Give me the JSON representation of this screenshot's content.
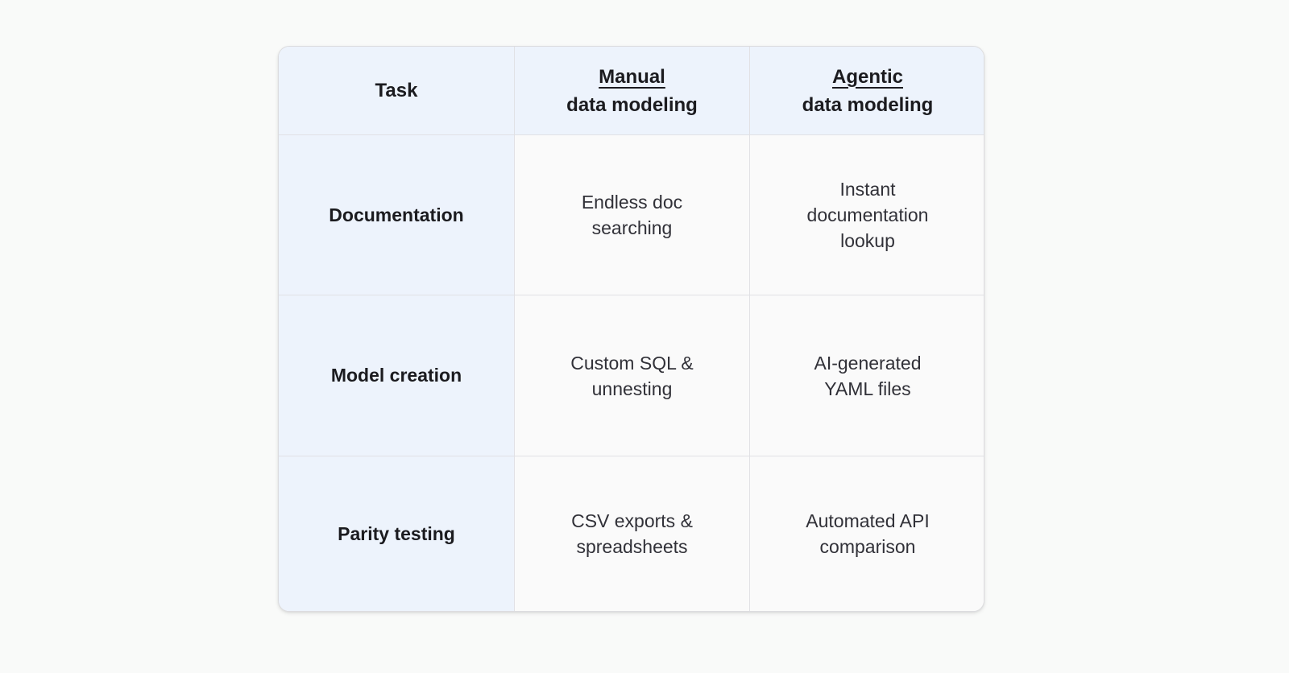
{
  "page": {
    "background_color": "#f9faf9"
  },
  "colors": {
    "header_and_task_bg": "#edf3fc",
    "data_cell_bg": "#fafafa",
    "inner_border": "#e1e1e5",
    "outer_border": "#dcdcdf",
    "heading_text": "#1b1b1f",
    "body_text": "#313138"
  },
  "chart_data": {
    "type": "table",
    "title": "",
    "columns": [
      "Task",
      "Manual data modeling",
      "Agentic data modeling"
    ],
    "rows": [
      [
        "Documentation",
        "Endless doc searching",
        "Instant documentation lookup"
      ],
      [
        "Model creation",
        "Custom SQL & unnesting",
        "AI-generated YAML files"
      ],
      [
        "Parity testing",
        "CSV exports & spreadsheets",
        "Automated API comparison"
      ]
    ]
  },
  "table": {
    "header": {
      "task": "Task",
      "manual_line1": "Manual",
      "manual_line2": "data modeling",
      "agentic_line1": "Agentic",
      "agentic_line2": "data modeling"
    },
    "rows": [
      {
        "task": "Documentation",
        "manual_lines": [
          "Endless doc",
          "searching"
        ],
        "agentic_lines": [
          "Instant",
          "documentation",
          "lookup"
        ]
      },
      {
        "task": "Model creation",
        "manual_lines": [
          "Custom SQL &",
          "unnesting"
        ],
        "agentic_lines": [
          "AI-generated",
          "YAML files"
        ]
      },
      {
        "task": "Parity testing",
        "manual_lines": [
          "CSV exports &",
          "spreadsheets"
        ],
        "agentic_lines": [
          "Automated API",
          "comparison"
        ]
      }
    ]
  }
}
